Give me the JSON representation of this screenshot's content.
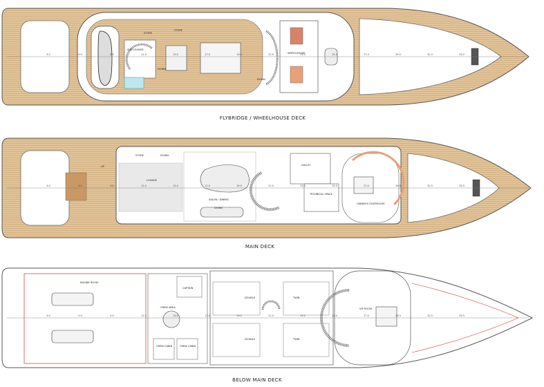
{
  "decks": [
    {
      "caption": "FLYBRIDGE / WHEELHOUSE DECK",
      "rooms": [
        "WHEELHOUSE",
        "SUN LOUNGE",
        "STORE",
        "STORE",
        "DOWN",
        "DOWN"
      ],
      "frames": [
        "3.0",
        "5.0",
        "9.0",
        "11.0",
        "15.0",
        "17.0",
        "19.0",
        "21.0",
        "23.0",
        "25.0",
        "27.0",
        "29.0",
        "31.0",
        "33.0"
      ]
    },
    {
      "caption": "MAIN DECK",
      "rooms": [
        "SALON / DINING",
        "LOUNGE",
        "GALLEY",
        "TECHNICAL SPACE",
        "OWNER'S STATEROOM",
        "STORE",
        "UP",
        "DOWN",
        "DOWN"
      ],
      "frames": [
        "3.0",
        "5.0",
        "9.0",
        "11.0",
        "15.0",
        "17.0",
        "19.0",
        "21.0",
        "23.0",
        "25.0",
        "27.0",
        "29.0",
        "31.0",
        "33.0"
      ]
    },
    {
      "caption": "BELOW MAIN DECK",
      "rooms": [
        "ENGINE ROOM",
        "CREW AREA",
        "CAPTAIN",
        "DOUBLE",
        "DOUBLE",
        "TWIN",
        "TWIN",
        "VIP ROOM",
        "CREW CABIN",
        "CREW CABIN"
      ],
      "frames": [
        "3.0",
        "5.0",
        "9.0",
        "11.0",
        "15.0",
        "17.0",
        "19.0",
        "21.0",
        "23.0",
        "25.0",
        "27.0",
        "29.0",
        "31.0",
        "33.0"
      ]
    }
  ],
  "colors": {
    "teak": "#e2c49a",
    "teak_line": "#c9a574",
    "hull_line": "#555555",
    "interior": "#ffffff",
    "accent_red": "#c0392b",
    "stairs": "#777777"
  }
}
